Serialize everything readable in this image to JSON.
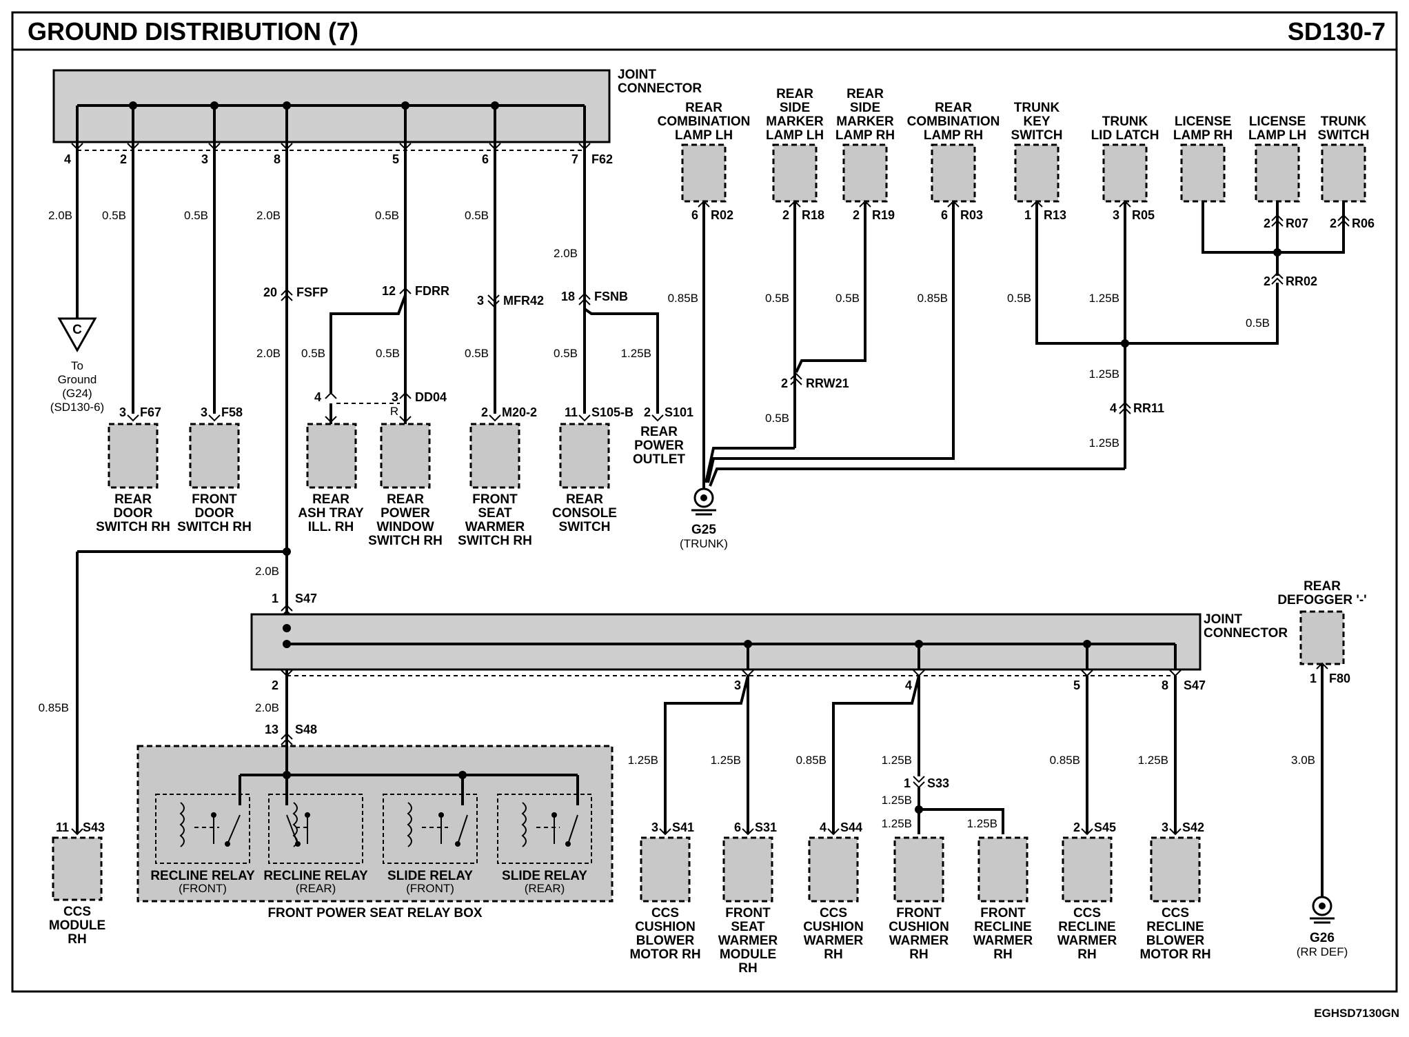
{
  "header": {
    "title": "GROUND DISTRIBUTION (7)",
    "code": "SD130-7"
  },
  "footer": {
    "code": "EGHSD7130GN"
  },
  "joint_connector_label": [
    "JOINT",
    "CONNECTOR"
  ],
  "top_jc": {
    "connector": "F62",
    "pins": [
      "4",
      "2",
      "3",
      "8",
      "5",
      "6",
      "7"
    ],
    "wires": [
      "2.0B",
      "0.5B",
      "0.5B",
      "2.0B",
      "0.5B",
      "0.5B",
      "2.0B"
    ]
  },
  "ground_c": {
    "letter": "C",
    "lines": [
      "To",
      "Ground",
      "(G24)",
      "(SD130-6)"
    ]
  },
  "fsfp": {
    "pin": "20",
    "name": "FSFP",
    "wire_below": "2.0B"
  },
  "fdrr": {
    "pin": "12",
    "name": "FDRR",
    "wire_left": "0.5B",
    "wire_right": "0.5B"
  },
  "mfr42": {
    "pin": "3",
    "name": "MFR42",
    "wire_below": "0.5B"
  },
  "fsnb": {
    "pin": "18",
    "name": "FSNB",
    "wire_left": "0.5B",
    "wire_right": "1.25B"
  },
  "dd04": {
    "pin_left": "4",
    "pin_right": "3",
    "name": "DD04",
    "sub": "R"
  },
  "upper_components": [
    {
      "pin": "3",
      "conn": "F67",
      "name": [
        "REAR",
        "DOOR",
        "SWITCH RH"
      ]
    },
    {
      "pin": "3",
      "conn": "F58",
      "name": [
        "FRONT",
        "DOOR",
        "SWITCH RH"
      ]
    },
    {
      "pin": "",
      "conn": "",
      "name": [
        "REAR",
        "ASH TRAY",
        "ILL. RH"
      ]
    },
    {
      "pin": "",
      "conn": "",
      "name": [
        "REAR",
        "POWER",
        "WINDOW",
        "SWITCH RH"
      ]
    },
    {
      "pin": "2",
      "conn": "M20-2",
      "name": [
        "FRONT",
        "SEAT",
        "WARMER",
        "SWITCH RH"
      ]
    },
    {
      "pin": "11",
      "conn": "S105-B",
      "name": [
        "REAR",
        "CONSOLE",
        "SWITCH"
      ]
    }
  ],
  "rear_power_outlet": {
    "pin": "2",
    "conn": "S101",
    "name": [
      "REAR",
      "POWER",
      "OUTLET"
    ]
  },
  "right_components": [
    {
      "name": [
        "REAR",
        "COMBINATION",
        "LAMP LH"
      ],
      "pin": "6",
      "conn": "R02",
      "wire": "0.85B"
    },
    {
      "name": [
        "REAR",
        "SIDE",
        "MARKER",
        "LAMP LH"
      ],
      "pin": "2",
      "conn": "R18",
      "wire": "0.5B"
    },
    {
      "name": [
        "REAR",
        "SIDE",
        "MARKER",
        "LAMP RH"
      ],
      "pin": "2",
      "conn": "R19",
      "wire": "0.5B"
    },
    {
      "name": [
        "REAR",
        "COMBINATION",
        "LAMP RH"
      ],
      "pin": "6",
      "conn": "R03",
      "wire": "0.85B"
    },
    {
      "name": [
        "TRUNK",
        "KEY",
        "SWITCH"
      ],
      "pin": "1",
      "conn": "R13",
      "wire": "0.5B"
    },
    {
      "name": [
        "TRUNK",
        "LID LATCH"
      ],
      "pin": "3",
      "conn": "R05",
      "wire": "1.25B"
    },
    {
      "name": [
        "LICENSE",
        "LAMP RH"
      ],
      "pin": "",
      "conn": "",
      "wire": ""
    },
    {
      "name": [
        "LICENSE",
        "LAMP LH"
      ],
      "pin": "2",
      "conn": "R07",
      "wire": ""
    },
    {
      "name": [
        "TRUNK",
        "SWITCH"
      ],
      "pin": "2",
      "conn": "R06",
      "wire": ""
    }
  ],
  "rr02": {
    "pin": "2",
    "name": "RR02",
    "wire": "0.5B"
  },
  "rrw21": {
    "pin": "2",
    "name": "RRW21",
    "wire": "0.5B"
  },
  "rr11": {
    "pin": "4",
    "name": "RR11",
    "wire_above": "1.25B",
    "wire_below": "1.25B"
  },
  "g25": {
    "name": "G25",
    "sub": "(TRUNK)"
  },
  "s47_top": {
    "pin": "1",
    "name": "S47",
    "wire": "2.0B"
  },
  "lower_jc": {
    "connector": "S47",
    "pins": [
      "2",
      "3",
      "4",
      "5",
      "8"
    ]
  },
  "s48": {
    "pin": "13",
    "name": "S48",
    "wire": "2.0B"
  },
  "ccs_module": {
    "pin": "11",
    "conn": "S43",
    "wire": "0.85B",
    "name": [
      "CCS",
      "MODULE",
      "RH"
    ]
  },
  "relay_box": {
    "name": "FRONT POWER SEAT RELAY BOX",
    "relays": [
      {
        "name": "RECLINE RELAY",
        "sub": "(FRONT)"
      },
      {
        "name": "RECLINE RELAY",
        "sub": "(REAR)"
      },
      {
        "name": "SLIDE RELAY",
        "sub": "(FRONT)"
      },
      {
        "name": "SLIDE RELAY",
        "sub": "(REAR)"
      }
    ]
  },
  "s33": {
    "pin": "1",
    "name": "S33",
    "wire": "1.25B"
  },
  "lower_components": [
    {
      "pin": "3",
      "conn": "S41",
      "wire": "1.25B",
      "name": [
        "CCS",
        "CUSHION",
        "BLOWER",
        "MOTOR RH"
      ]
    },
    {
      "pin": "6",
      "conn": "S31",
      "wire": "1.25B",
      "name": [
        "FRONT",
        "SEAT",
        "WARMER",
        "MODULE",
        "RH"
      ]
    },
    {
      "pin": "4",
      "conn": "S44",
      "wire": "0.85B",
      "name": [
        "CCS",
        "CUSHION",
        "WARMER",
        "RH"
      ]
    },
    {
      "pin": "",
      "conn": "",
      "wire": "1.25B",
      "name": [
        "FRONT",
        "CUSHION",
        "WARMER",
        "RH"
      ]
    },
    {
      "pin": "",
      "conn": "",
      "wire": "1.25B",
      "name": [
        "FRONT",
        "RECLINE",
        "WARMER",
        "RH"
      ]
    },
    {
      "pin": "2",
      "conn": "S45",
      "wire": "0.85B",
      "name": [
        "CCS",
        "RECLINE",
        "WARMER",
        "RH"
      ]
    },
    {
      "pin": "3",
      "conn": "S42",
      "wire": "1.25B",
      "name": [
        "CCS",
        "RECLINE",
        "BLOWER",
        "MOTOR RH"
      ]
    }
  ],
  "s33_wire_extra": "1.25B",
  "rear_defogger": {
    "name": [
      "REAR",
      "DEFOGGER '-'"
    ],
    "pin": "1",
    "conn": "F80",
    "wire": "3.0B"
  },
  "g26": {
    "name": "G26",
    "sub": "(RR DEF)"
  }
}
